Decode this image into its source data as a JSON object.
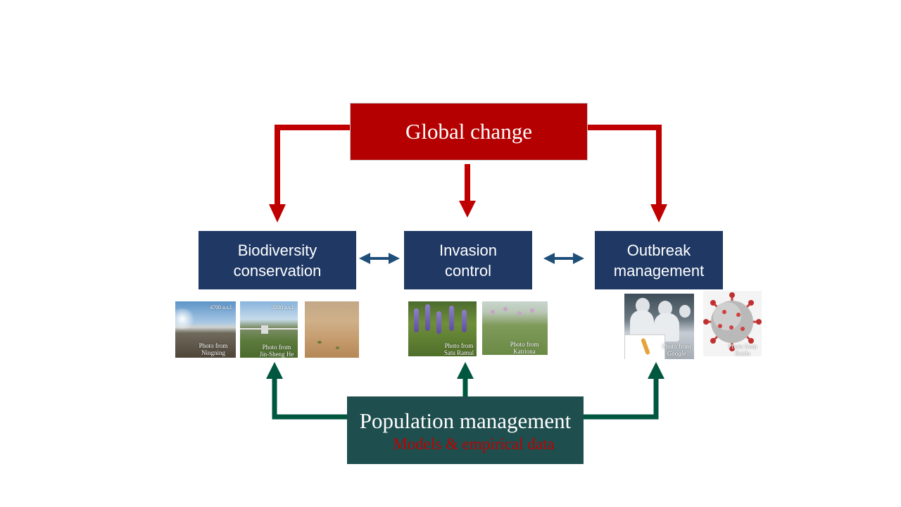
{
  "colors": {
    "global_red": "#b40000",
    "arrow_red": "#c00000",
    "navy": "#1f3864",
    "population_teal": "#1f4e4e",
    "arrow_green": "#00573f",
    "double_arrow_blue": "#1f4e79",
    "subtitle_red": "#c00000"
  },
  "global_change": {
    "label": "Global change"
  },
  "targets": {
    "biodiversity": {
      "line1": "Biodiversity",
      "line2": "conservation"
    },
    "invasion": {
      "line1": "Invasion",
      "line2": "control"
    },
    "outbreak": {
      "line1": "Outbreak",
      "line2": "management"
    }
  },
  "population": {
    "title": "Population management",
    "subtitle": "Models & empirical data"
  },
  "photos": [
    {
      "caption_line1": "Photo from",
      "caption_line2": "Ningning",
      "altitude": "4700 a.s.l."
    },
    {
      "caption_line1": "Photo from",
      "caption_line2": "Jin-Sheng He",
      "altitude": "3200 a.s.l."
    },
    {
      "caption_line1": "",
      "caption_line2": "",
      "altitude": ""
    },
    {
      "caption_line1": "Photo from",
      "caption_line2": "Satu Ramul",
      "altitude": ""
    },
    {
      "caption_line1": "Photo from",
      "caption_line2": "Katriona",
      "altitude": ""
    },
    {
      "caption_line1": "Photo from",
      "caption_line2": "Google",
      "altitude": ""
    },
    {
      "caption_line1": "Photo from",
      "caption_line2": "Baidu",
      "altitude": ""
    }
  ]
}
